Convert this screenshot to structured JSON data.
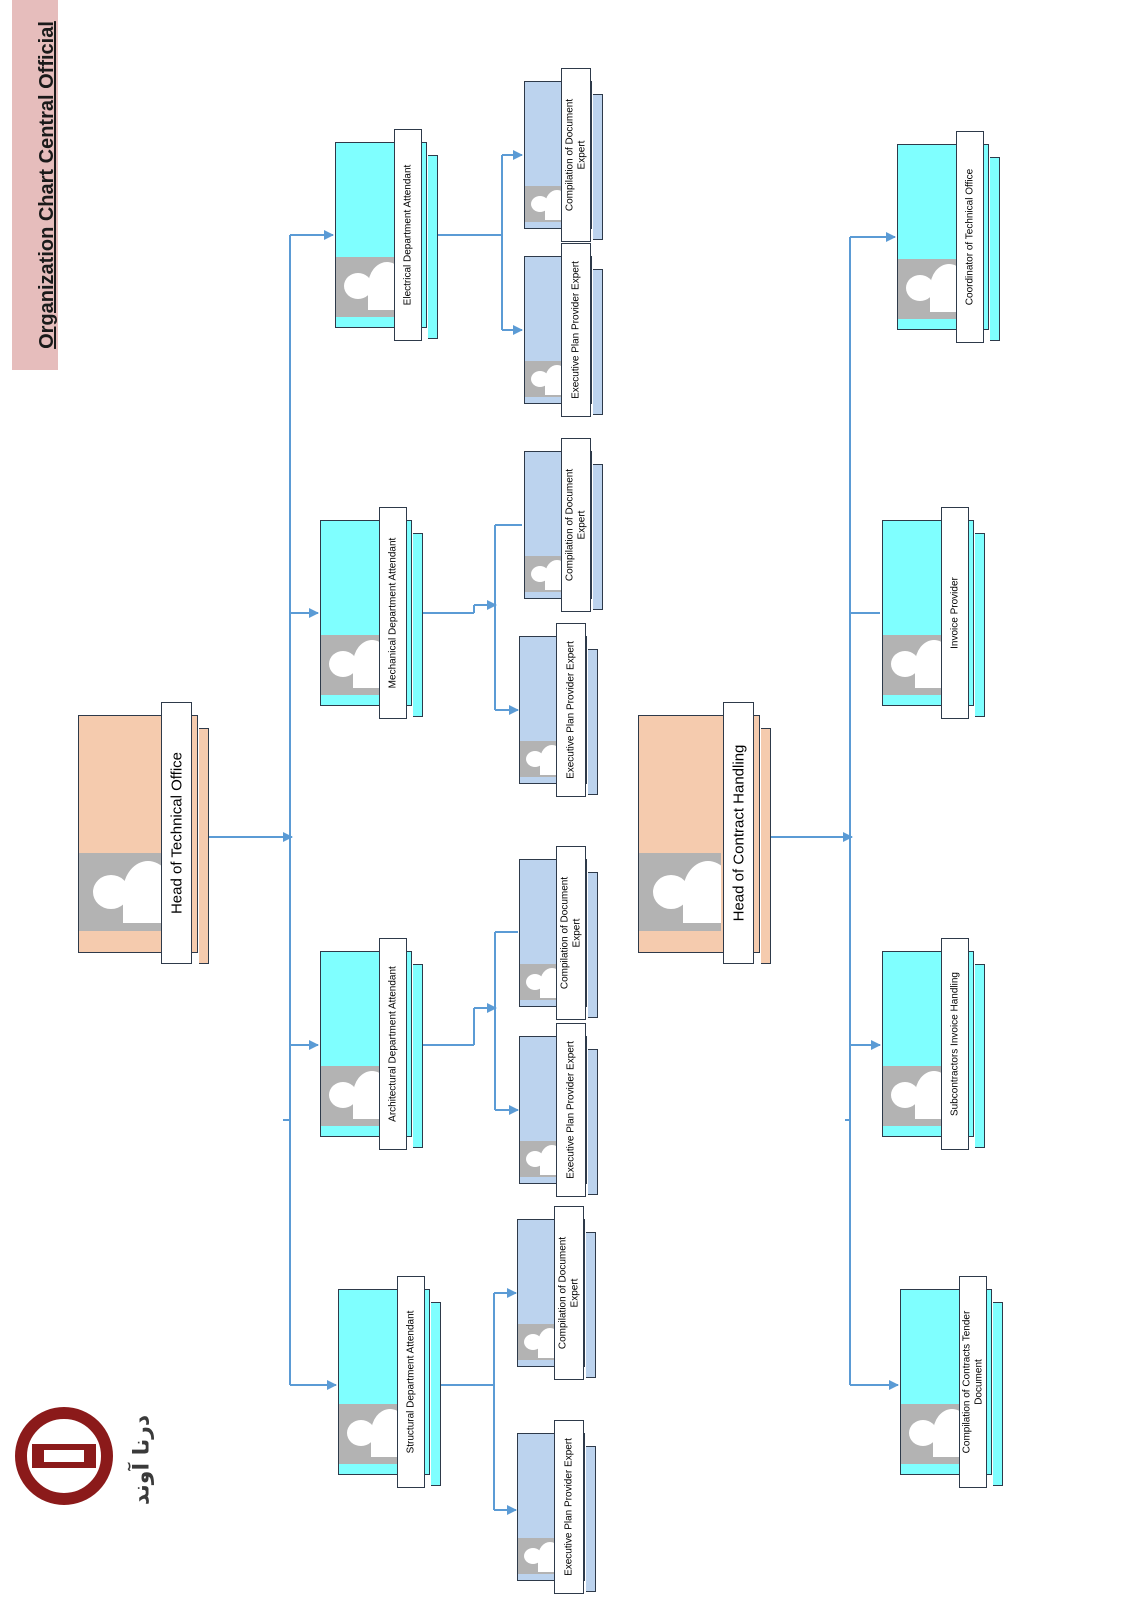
{
  "title": "Organization Chart Central Official",
  "logo_text": "درنا آوند",
  "colors": {
    "manager_box": "#f5cbae",
    "attendant_box": "#7fffff",
    "expert_box": "#bcd3ee",
    "connector": "#5b9bd5",
    "title_background": "#e6bdbc",
    "logo": "#8b1a1a"
  },
  "heads": {
    "technical": "Head of Technical Office",
    "contract": "Head of Contract Handling"
  },
  "technical_office": {
    "electrical": {
      "title": "Electrical Department Attendant",
      "compilation": "Compilation of Document Expert",
      "executive": "Executive Plan Provider Expert"
    },
    "mechanical": {
      "title": "Mechanical Department Attendant",
      "compilation": "Compilation of Document Expert",
      "executive": "Executive Plan Provider Expert"
    },
    "architectural": {
      "title": "Architectural Department Attendant",
      "compilation": "Compilation of Document Expert",
      "executive": "Executive Plan Provider Expert"
    },
    "structural": {
      "title": "Structural Department Attendant",
      "compilation": "Compilation of Document Expert",
      "executive": "Executive Plan Provider Expert"
    }
  },
  "contract_handling": {
    "coordinator": "Coordinator of Technical Office",
    "invoice": "Invoice Provider",
    "subcontractors": "Subcontractors Invoice Handling",
    "tender": "Compilation of Contracts Tender Document"
  }
}
